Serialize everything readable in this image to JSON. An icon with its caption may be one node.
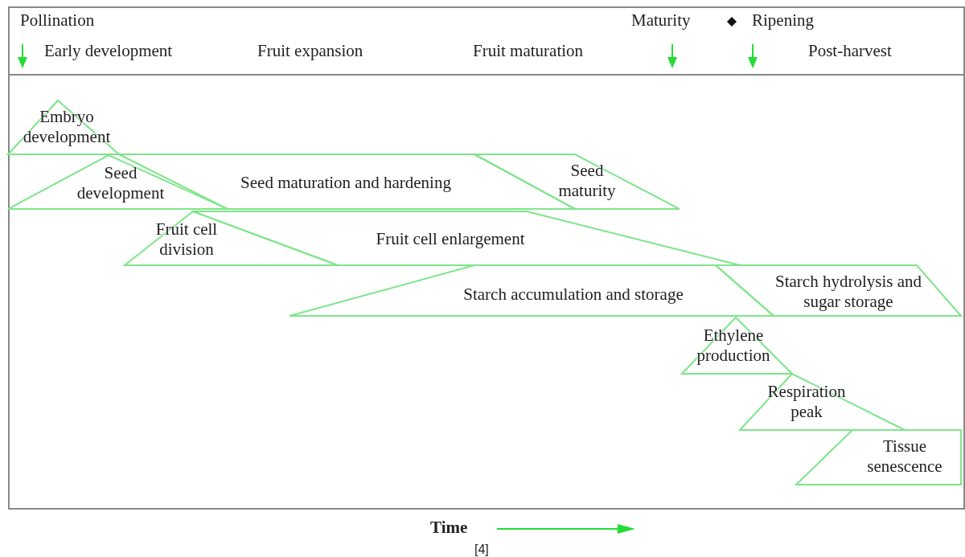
{
  "diagram": {
    "nodes": [
      {
        "text": [
          "Embryo development"
        ]
      },
      {
        "text": [
          "Seed development"
        ]
      },
      {
        "text": [
          "Seed maturation and hardening"
        ]
      },
      {
        "text": [
          "Seed maturity"
        ]
      },
      {
        "text": [
          "Fruit cell division"
        ]
      },
      {
        "text": [
          "Fruit cell enlargement"
        ]
      },
      {
        "text": [
          "Starch accumulation and storage"
        ]
      },
      {
        "text": [
          "Starch hydrolysis and sugar storage"
        ]
      },
      {
        "text": [
          "Ethylene production"
        ]
      },
      {
        "text": [
          "Respiration peak"
        ]
      },
      {
        "text": [
          "Tissue senescence"
        ]
      }
    ],
    "edges": [],
    "labels": [
      "Pollination",
      "Maturity",
      "Ripening",
      "Early development",
      "Fruit expansion",
      "Fruit maturation",
      "Post-harvest",
      "Time",
      "[4]"
    ]
  }
}
